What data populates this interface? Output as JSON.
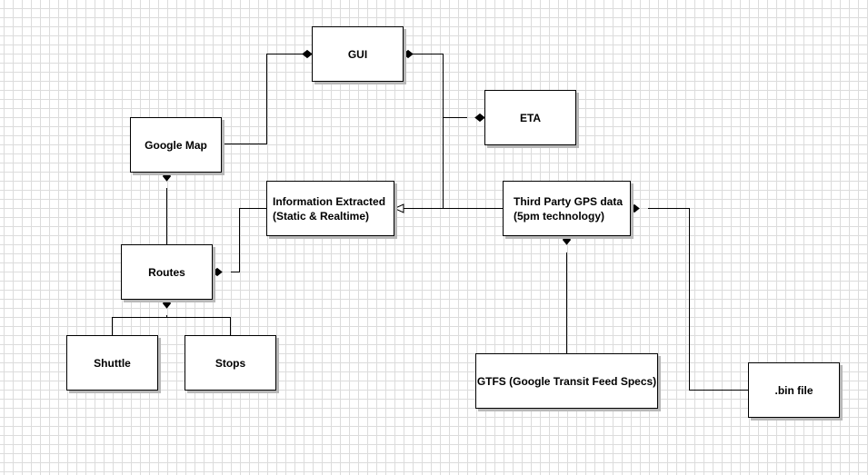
{
  "diagram": {
    "nodes": {
      "gui": {
        "label": "GUI"
      },
      "eta": {
        "label": "ETA"
      },
      "google_map": {
        "label": "Google Map"
      },
      "info_extracted": {
        "line1": "Information Extracted",
        "line2": "(Static & Realtime)"
      },
      "third_party_gps": {
        "line1": "Third Party GPS data",
        "line2": "(5pm technology)"
      },
      "routes": {
        "label": "Routes"
      },
      "shuttle": {
        "label": "Shuttle"
      },
      "stops": {
        "label": "Stops"
      },
      "gtfs": {
        "label": "GTFS (Google Transit Feed Specs)"
      },
      "bin_file": {
        "label": ".bin file"
      }
    },
    "connections": [
      {
        "from": "google_map",
        "to": "gui",
        "type": "composition"
      },
      {
        "from": "eta",
        "to": "gui",
        "type": "composition"
      },
      {
        "from": "info_extracted",
        "to": "routes",
        "type": "composition"
      },
      {
        "from": "routes",
        "to": "google_map",
        "type": "composition"
      },
      {
        "from": "shuttle",
        "to": "routes",
        "type": "composition"
      },
      {
        "from": "stops",
        "to": "routes",
        "type": "composition"
      },
      {
        "from": "third_party_gps",
        "to": "info_extracted",
        "type": "generalization"
      },
      {
        "from": "gtfs",
        "to": "third_party_gps",
        "type": "composition"
      },
      {
        "from": "bin_file",
        "to": "third_party_gps",
        "type": "composition"
      }
    ]
  }
}
